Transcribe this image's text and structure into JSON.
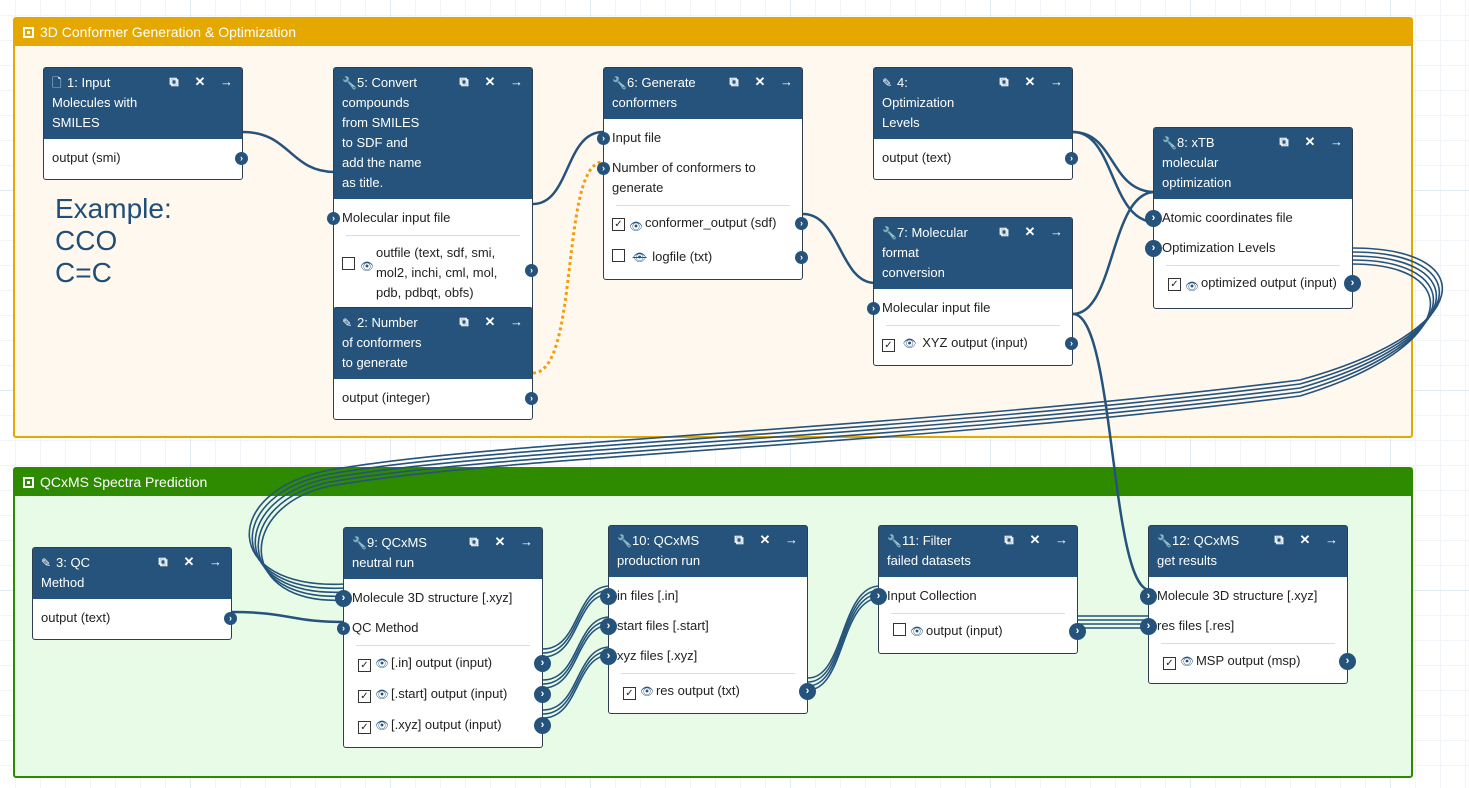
{
  "frames": [
    {
      "title": "3D Conformer Generation & Optimization",
      "color": "#e5a800",
      "bg": "#fff8ef"
    },
    {
      "title": "QCxMS Spectra Prediction",
      "color": "#2e8b00",
      "bg": "#e7fbe7"
    }
  ],
  "comment": {
    "lines": [
      "Example:",
      "CCO",
      "C=C"
    ]
  },
  "nodes": {
    "n1": {
      "title": "1: Input Molecules with SMILES",
      "rows": [
        "output (smi)"
      ]
    },
    "n5": {
      "title": "5: Convert compounds from SMILES to SDF and add the name as title.",
      "inputs": [
        "Molecular input file"
      ],
      "outputs": [
        "outfile (text, sdf, smi, mol2, inchi, cml, mol, pdb, pdbqt, obfs)"
      ]
    },
    "n2": {
      "title": "2: Number of conformers to generate",
      "rows": [
        "output (integer)"
      ]
    },
    "n6": {
      "title": "6: Generate conformers",
      "inputs": [
        "Input file",
        "Number of conformers to generate"
      ],
      "outputs": [
        "conformer_output (sdf)",
        "logfile (txt)"
      ]
    },
    "n4": {
      "title": "4: Optimization Levels",
      "rows": [
        "output (text)"
      ]
    },
    "n7": {
      "title": "7: Molecular format conversion",
      "inputs": [
        "Molecular input file"
      ],
      "outputs": [
        "XYZ output (input)"
      ]
    },
    "n8": {
      "title": "8: xTB molecular optimization",
      "inputs": [
        "Atomic coordinates file",
        "Optimization Levels"
      ],
      "outputs": [
        "optimized output (input)"
      ]
    },
    "n3": {
      "title": "3: QC Method",
      "rows": [
        "output (text)"
      ]
    },
    "n9": {
      "title": "9: QCxMS neutral run",
      "inputs": [
        "Molecule 3D structure [.xyz]",
        "QC Method"
      ],
      "outputs": [
        "[.in] output (input)",
        "[.start] output (input)",
        "[.xyz] output (input)"
      ]
    },
    "n10": {
      "title": "10: QCxMS production run",
      "inputs": [
        "in files [.in]",
        "start files [.start]",
        "xyz files [.xyz]"
      ],
      "outputs": [
        "res output (txt)"
      ]
    },
    "n11": {
      "title": "11: Filter failed datasets",
      "inputs": [
        "Input Collection"
      ],
      "outputs": [
        "output (input)"
      ]
    },
    "n12": {
      "title": "12: QCxMS get results",
      "inputs": [
        "Molecule 3D structure [.xyz]",
        "res files [.res]"
      ],
      "outputs": [
        "MSP output (msp)"
      ]
    }
  }
}
